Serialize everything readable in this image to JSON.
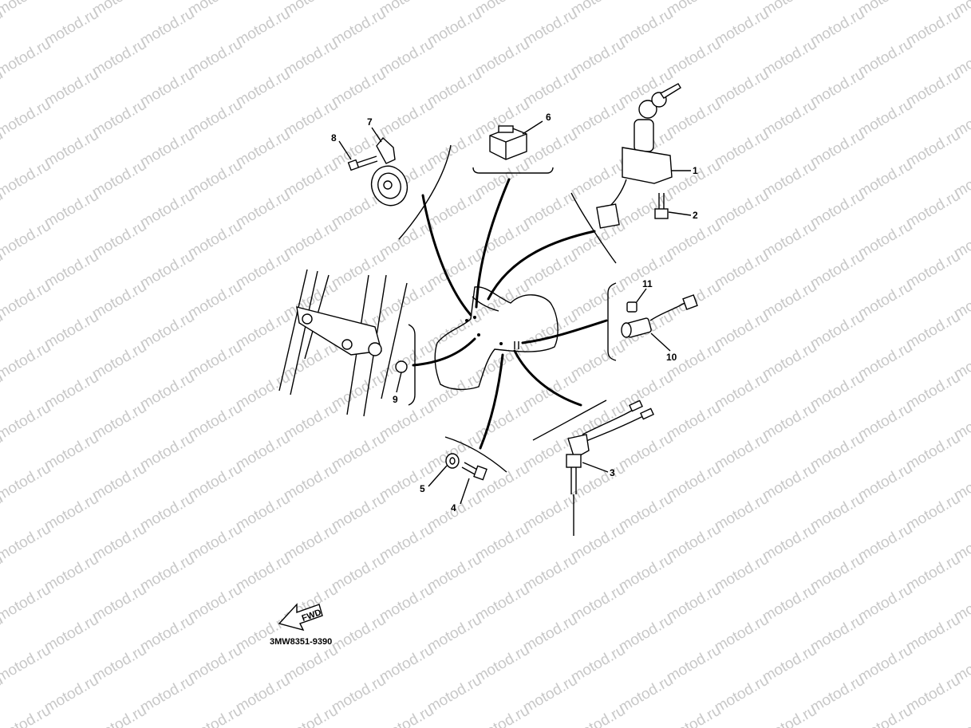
{
  "watermark": "motod.ru",
  "diagram_code": "3MW8351-9390",
  "fwd_label": "FWD",
  "callouts": [
    "1",
    "2",
    "3",
    "4",
    "5",
    "6",
    "7",
    "8",
    "9",
    "10",
    "11"
  ],
  "colors": {
    "line": "#000000",
    "watermark": "#c8c8c8",
    "background": "#ffffff"
  }
}
